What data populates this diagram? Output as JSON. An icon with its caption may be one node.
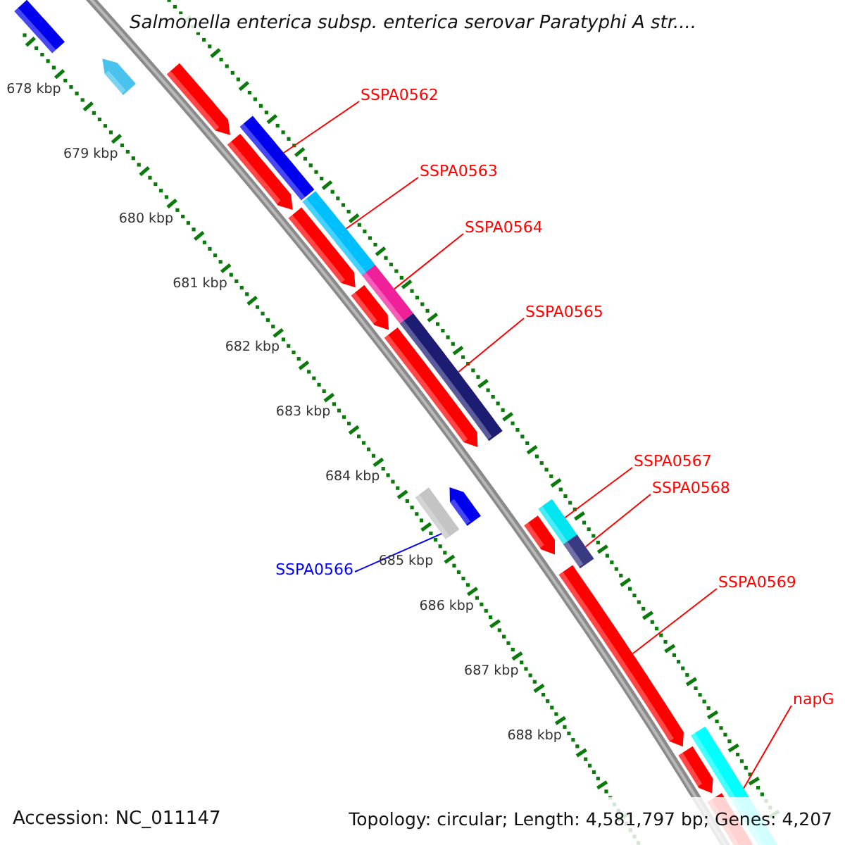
{
  "diagram": {
    "title": "Salmonella enterica subsp. enterica serovar Paratyphi A str....",
    "nodes": [
      {
        "text": [
          "SSPA0562"
        ]
      },
      {
        "text": [
          "SSPA0563"
        ]
      },
      {
        "text": [
          "SSPA0564"
        ]
      },
      {
        "text": [
          "SSPA0565"
        ]
      },
      {
        "text": [
          "SSPA0567"
        ]
      },
      {
        "text": [
          "SSPA0568"
        ]
      },
      {
        "text": [
          "SSPA0566"
        ]
      },
      {
        "text": [
          "SSPA0569"
        ]
      },
      {
        "text": [
          "napG"
        ]
      },
      {
        "text": [],
        "shape": "bar"
      },
      {
        "text": [],
        "shape": "bar"
      },
      {
        "text": [],
        "shape": "bar"
      },
      {
        "text": [],
        "shape": "bar"
      },
      {
        "text": [],
        "shape": "bar"
      },
      {
        "text": [],
        "shape": "bar"
      },
      {
        "text": [],
        "shape": "bar"
      },
      {
        "text": [],
        "shape": "bar"
      },
      {
        "text": [],
        "shape": "bar"
      }
    ],
    "edges": [
      {
        "from": 0,
        "to": 9,
        "arrow": "none"
      },
      {
        "from": 1,
        "to": 10,
        "arrow": "none"
      },
      {
        "from": 2,
        "to": 11,
        "arrow": "none"
      },
      {
        "from": 3,
        "to": 12,
        "arrow": "none"
      },
      {
        "from": 4,
        "to": 14,
        "arrow": "none"
      },
      {
        "from": 5,
        "to": 15,
        "arrow": "none"
      },
      {
        "from": 6,
        "to": 13,
        "arrow": "none",
        "color": "#0000ff"
      },
      {
        "from": 7,
        "to": 16,
        "arrow": "none"
      },
      {
        "from": 8,
        "to": 17,
        "arrow": "none"
      }
    ],
    "labels": [
      "678 kbp",
      "679 kbp",
      "680 kbp",
      "681 kbp",
      "682 kbp",
      "683 kbp",
      "684 kbp",
      "685 kbp",
      "686 kbp",
      "687 kbp",
      "688 kbp",
      "Accession: NC_011147",
      "Topology: circular; Length: 4,581,797 bp; Genes: 4,207"
    ]
  }
}
